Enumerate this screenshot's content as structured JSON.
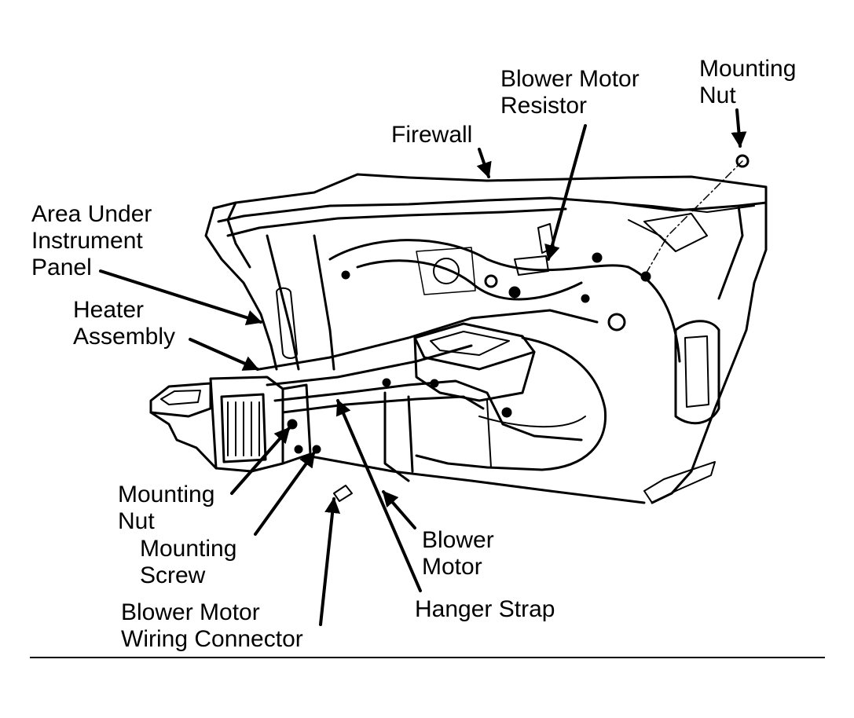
{
  "labels": {
    "mounting_nut_top": [
      "Mounting",
      "Nut"
    ],
    "blower_motor_resistor": [
      "Blower Motor",
      "Resistor"
    ],
    "firewall": [
      "Firewall"
    ],
    "area_under_instrument_panel": [
      "Area Under",
      "Instrument",
      "Panel"
    ],
    "heater_assembly": [
      "Heater",
      "Assembly"
    ],
    "mounting_nut_bottom": [
      "Mounting",
      "Nut"
    ],
    "mounting_screw": [
      "Mounting",
      "Screw"
    ],
    "blower_motor_wiring_connector": [
      "Blower Motor",
      "Wiring Connector"
    ],
    "blower_motor": [
      "Blower",
      "Motor"
    ],
    "hanger_strap": [
      "Hanger Strap"
    ]
  },
  "colors": {
    "ink": "#000000",
    "paper": "#ffffff"
  }
}
